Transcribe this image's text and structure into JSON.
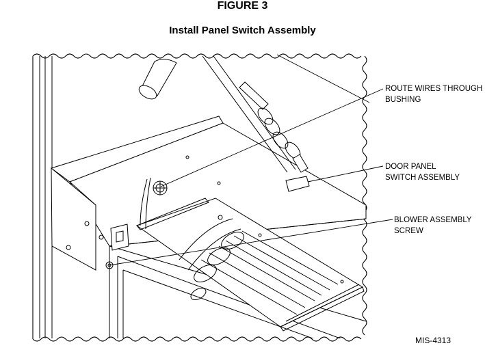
{
  "figure": {
    "number": "FIGURE 3",
    "title": "Install Panel Switch Assembly"
  },
  "callouts": [
    {
      "line1": "ROUTE WIRES THROUGH",
      "line2": "BUSHING"
    },
    {
      "line1": "DOOR PANEL",
      "line2": "SWITCH ASSEMBLY"
    },
    {
      "line1": "BLOWER ASSEMBLY",
      "line2": "SCREW"
    }
  ],
  "drawing_id": "MIS-4313"
}
